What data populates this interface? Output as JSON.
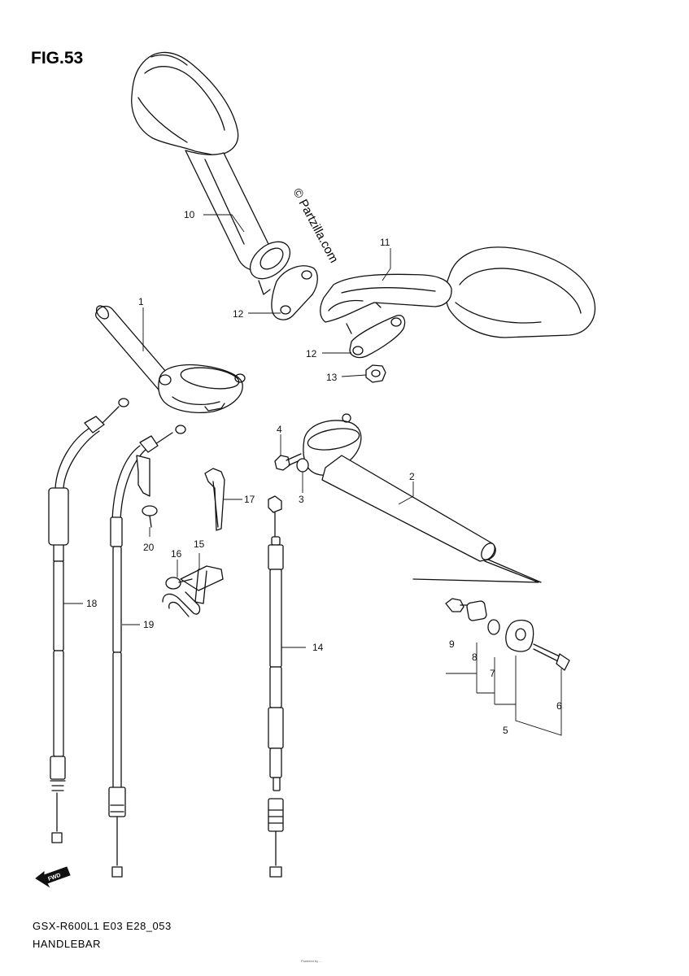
{
  "figure": {
    "title": "FIG.53",
    "model_code": "GSX-R600L1 E03 E28_053",
    "caption": "HANDLEBAR",
    "watermark": "© Partzilla.com",
    "arrow_label": "FWD",
    "footer_text": "Powered by ...",
    "callouts": [
      {
        "id": "c1",
        "text": "1"
      },
      {
        "id": "c2",
        "text": "2"
      },
      {
        "id": "c3",
        "text": "3"
      },
      {
        "id": "c4",
        "text": "4"
      },
      {
        "id": "c5",
        "text": "5"
      },
      {
        "id": "c6",
        "text": "6"
      },
      {
        "id": "c7",
        "text": "7"
      },
      {
        "id": "c8",
        "text": "8"
      },
      {
        "id": "c9",
        "text": "9"
      },
      {
        "id": "c10",
        "text": "10"
      },
      {
        "id": "c11",
        "text": "11"
      },
      {
        "id": "c12a",
        "text": "12"
      },
      {
        "id": "c12b",
        "text": "12"
      },
      {
        "id": "c13",
        "text": "13"
      },
      {
        "id": "c14",
        "text": "14"
      },
      {
        "id": "c15",
        "text": "15"
      },
      {
        "id": "c16",
        "text": "16"
      },
      {
        "id": "c17",
        "text": "17"
      },
      {
        "id": "c18",
        "text": "18"
      },
      {
        "id": "c19",
        "text": "19"
      },
      {
        "id": "c20",
        "text": "20"
      }
    ]
  }
}
